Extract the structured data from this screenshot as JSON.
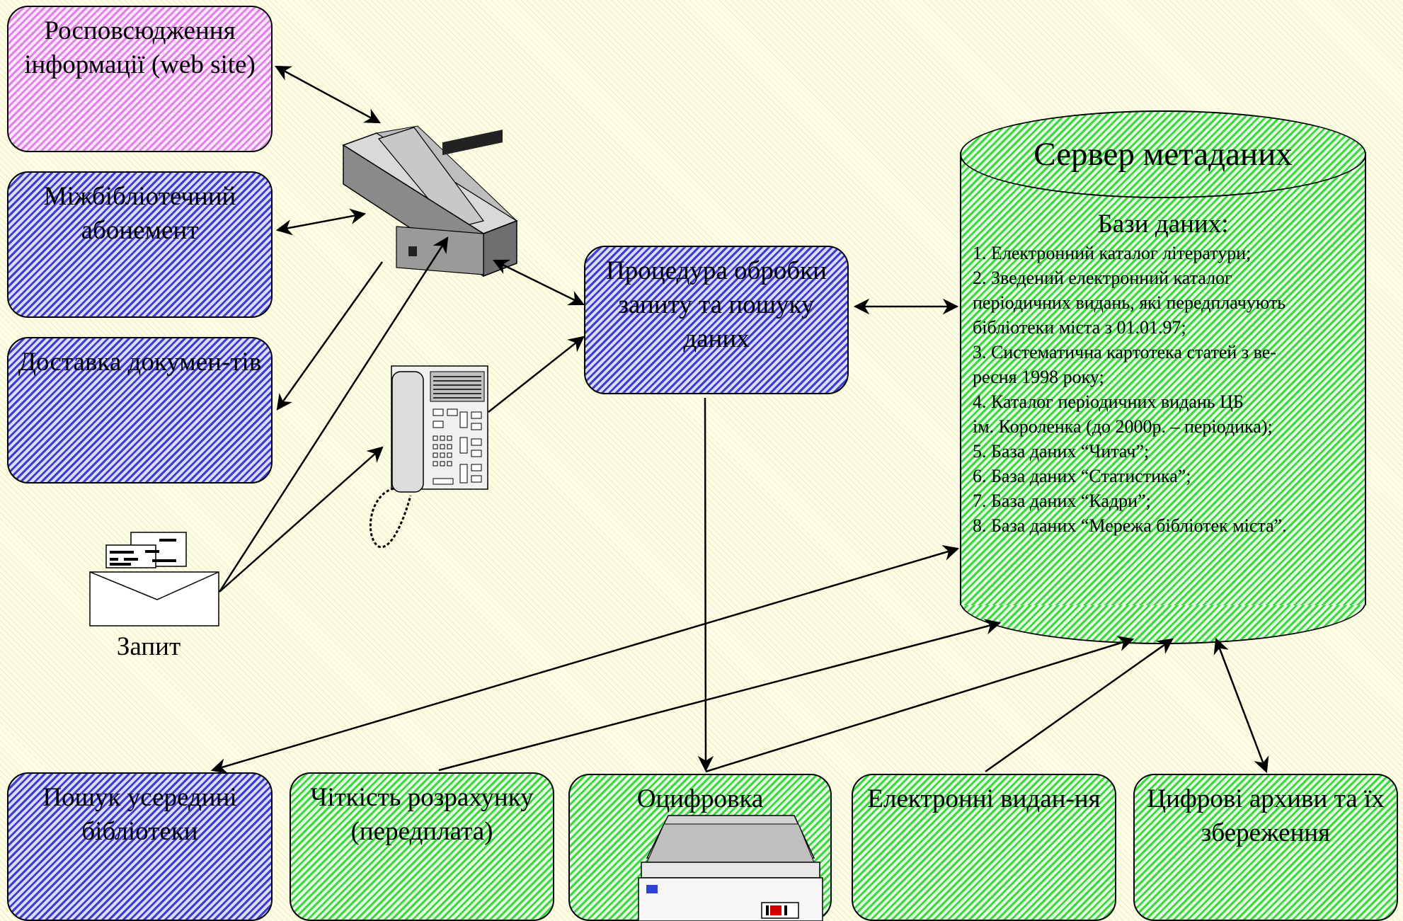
{
  "boxes": {
    "web_site": "Росповсюдження інформації (web site)",
    "interlibrary": "Міжбібліотечний абонемент",
    "delivery": "Доставка докумен-тів",
    "procedure": "Процедура обробки запиту та пошуку даних",
    "search_inside": "Пошук усередині бібліотеки",
    "clarity": "Чіткість розрахунку (передплата)",
    "digitization": "Оцифровка",
    "e_publications": "Електронні  видан-ня",
    "digital_archives": "Цифрові архиви та їх збереження"
  },
  "server": {
    "title": "Сервер метаданих",
    "db_heading": "Бази даних:",
    "lines": [
      "1.  Електронний каталог літератури;",
      "2.  Зведений електронний каталог",
      "періодичних видань, які передплачують",
      "бібліотеки міста з 01.01.97;",
      "3.  Систематична картотека статей  з ве-",
      "ресня 1998 року;",
      "4.          Каталог періодичних видань ЦБ",
      "ім. Короленка (до 2000р. – періодика);",
      "5.  База даних “Читач”;",
      "6.  База даних “Статистика”;",
      "7.  База даних “Кадри”;",
      "8.  База даних “Мережа бібліотек міста”."
    ]
  },
  "request_label": "Запит",
  "icons": {
    "modem": "modem-icon",
    "telephone": "telephone-icon",
    "envelope": "envelope-icon",
    "scanner": "scanner-icon"
  }
}
